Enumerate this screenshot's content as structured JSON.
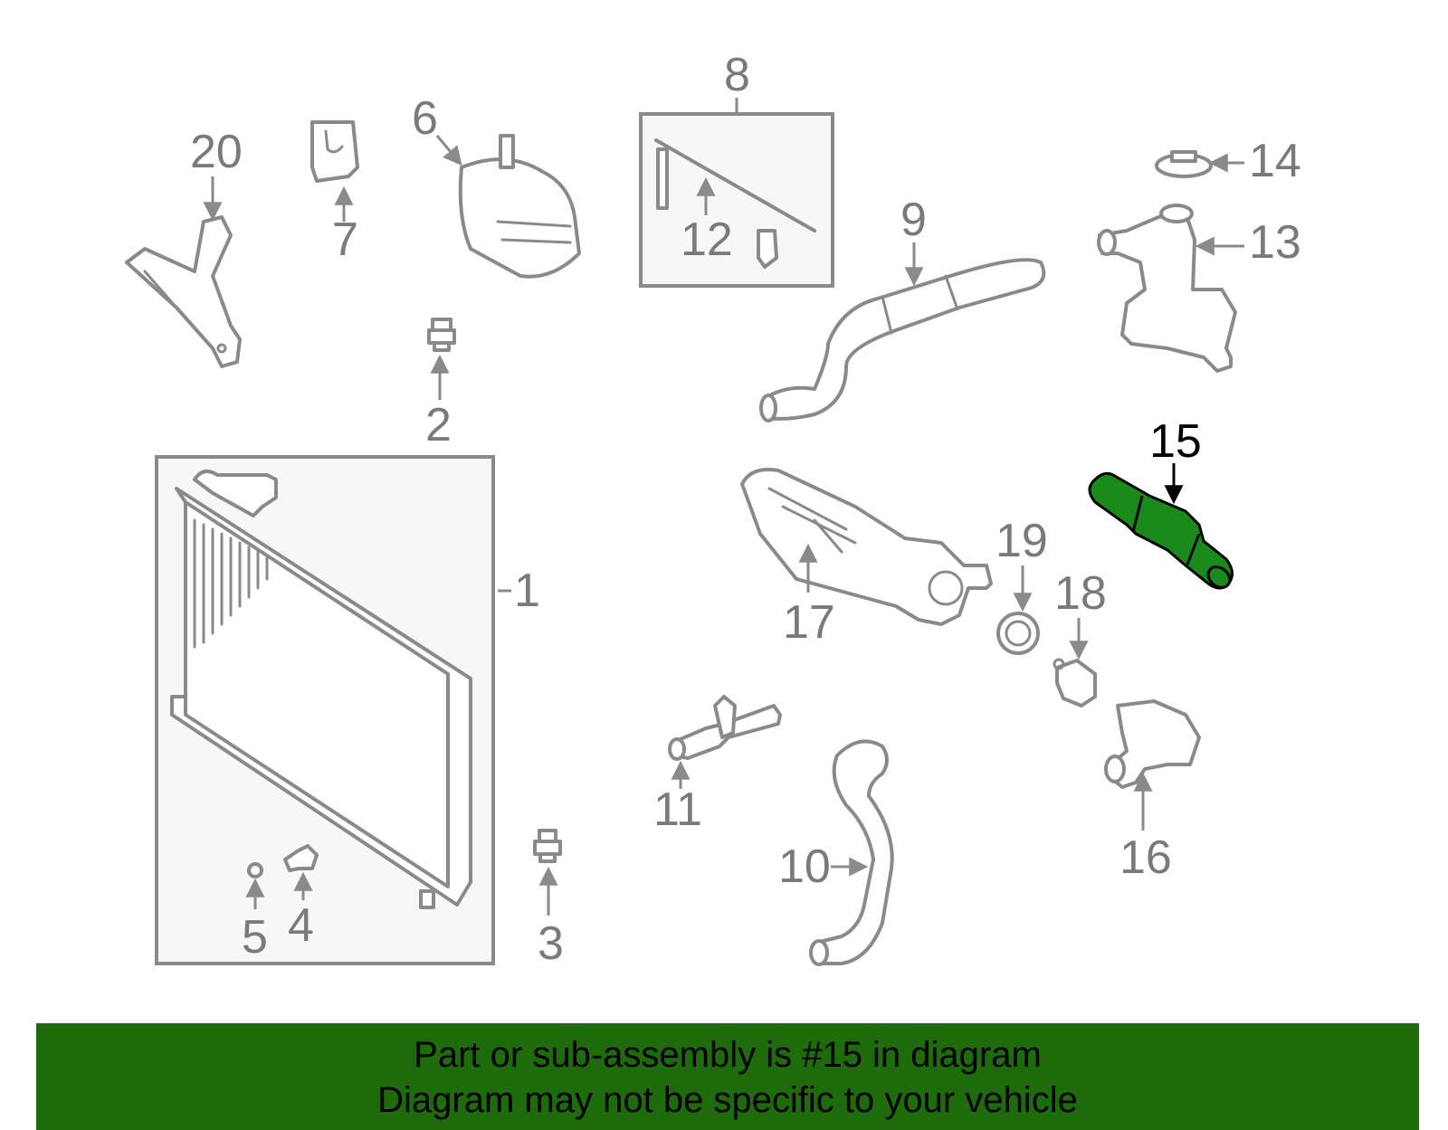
{
  "diagram": {
    "callouts": [
      {
        "id": "1",
        "label": "1"
      },
      {
        "id": "2",
        "label": "2"
      },
      {
        "id": "3",
        "label": "3"
      },
      {
        "id": "4",
        "label": "4"
      },
      {
        "id": "5",
        "label": "5"
      },
      {
        "id": "6",
        "label": "6"
      },
      {
        "id": "7",
        "label": "7"
      },
      {
        "id": "8",
        "label": "8"
      },
      {
        "id": "9",
        "label": "9"
      },
      {
        "id": "10",
        "label": "10"
      },
      {
        "id": "11",
        "label": "11"
      },
      {
        "id": "12",
        "label": "12"
      },
      {
        "id": "13",
        "label": "13"
      },
      {
        "id": "14",
        "label": "14"
      },
      {
        "id": "15",
        "label": "15"
      },
      {
        "id": "16",
        "label": "16"
      },
      {
        "id": "17",
        "label": "17"
      },
      {
        "id": "18",
        "label": "18"
      },
      {
        "id": "19",
        "label": "19"
      },
      {
        "id": "20",
        "label": "20"
      }
    ],
    "highlighted_part": "15",
    "highlight_color": "#1a8a1a"
  },
  "banner": {
    "line1": "Part or sub-assembly is #15 in diagram",
    "line2": "Diagram may not be specific to your vehicle",
    "background": "#1d6b0a"
  }
}
